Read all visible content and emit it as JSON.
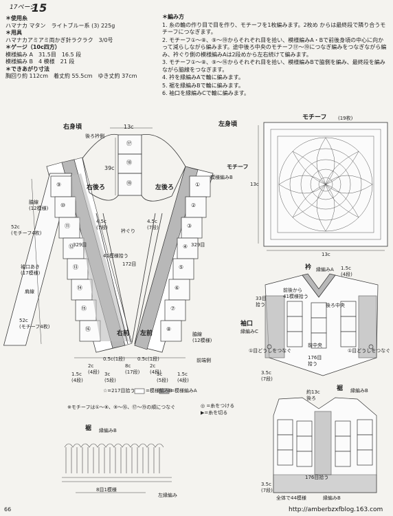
{
  "header": {
    "page_label": "17ページ",
    "page_no": "15",
    "bottom_page": "66"
  },
  "spec": {
    "yarn_title": "使用糸",
    "yarn": "ハマナカ マタン　ライトブルー系 (3) 225g",
    "tools_title": "用具",
    "tools": "ハマナカアミアミ両かぎ針ラクラク　3/0号",
    "gauge_title": "ゲージ（10c四方）",
    "gauge_a": "模様編み A　31.5目　16.5 段",
    "gauge_b": "模様編み B　4 模様　21 段",
    "size_title": "できあがり寸法",
    "size": "胸回り約 112cm　着丈約 55.5cm　ゆき丈約 37cm"
  },
  "method": {
    "title": "編み方",
    "steps": [
      "1. 糸の輪の作り目で目を作り、モチーフを1枚編みます。2枚め からは最終段で隣り合うモチーフにつなぎます。",
      "2. モチーフ①～⑧、⑨～⑲からそれぞれ目を拾い、模様編みA・Bで前後身頃の中心に向かって減らしながら編みます。途中後ろ中央のモチーフ⑰～⑲につなぎ編みをつなぎながら編み、衿ぐり側の模様編みAは2段めから左右続けて編みます。",
      "3. モチーフ①～⑧、⑨～⑯からそれぞれ目を拾い、模様編みBで脇側を編み、最終段を編みながら脇線をつなぎます。",
      "4. 衿を縁編みAで輪に編みます。",
      "5. 裾を縁編みBで輪に編みます。",
      "6. 袖口を縁編みCで輪に編みます。"
    ]
  },
  "main": {
    "right_body": "右身頃",
    "left_body": "左身頃",
    "right_back": "右後ろ",
    "left_back": "左後ろ",
    "right_front": "右前",
    "left_front": "左前",
    "back_neck": "後ろ衿側",
    "top_width": "13c",
    "center_height": "39c",
    "motif_label": "モチーフ",
    "pattern_a": "模様編みA",
    "pattern_b": "模様編みB",
    "side_pattern": "脇線\n(12模様)",
    "length_52": "52c\n(モチーフ4枚)",
    "neck_line": "衿ぐり",
    "neck_45": "4.5c\n(7段)",
    "count_329": "329目",
    "count_41": "41模様拾う",
    "count_172": "172目",
    "armhole": "袖口あき\n(17模様)",
    "shoulder": "肩線",
    "lower_52": "52c\n(モチーフ4枚)",
    "dim_05": "0.5c(1段)",
    "dim_8": "8c\n(17段)",
    "dim_2": "2c\n(4段)",
    "dim_15": "1.5c\n(4段)",
    "dim_3": "3c\n(5段)",
    "front_pickup": "前端側",
    "legend_pick": "☆=217目拾う",
    "legend_b": "=模様編みB",
    "legend_a": "=模様編みA",
    "note": "※モチーフは①～⑧、⑨～⑯、⑰～⑲の順につなぐ",
    "attach": "◎ =糸をつける",
    "cut": "▶=糸を切る",
    "motif_numbers_right": [
      "⑨",
      "⑩",
      "⑪",
      "⑫",
      "⑬",
      "⑭",
      "⑮",
      "⑯"
    ],
    "motif_numbers_left": [
      "①",
      "②",
      "③",
      "④",
      "⑤",
      "⑥",
      "⑦",
      "⑧"
    ],
    "motif_numbers_center": [
      "⑰",
      "⑱",
      "⑲"
    ]
  },
  "motif": {
    "title": "モチーフ",
    "count": "(19枚)",
    "size_v": "13c",
    "size_h": "13c"
  },
  "collar": {
    "title": "衿",
    "edge_a": "縁編みA",
    "sleeve": "袖口",
    "edge_c": "縁編みC",
    "sleeve_pick": "33目\n拾う",
    "front_pick": "前後から\n41模様拾う",
    "front_center": "前中央",
    "back_center": "後ろ中央",
    "count_176": "176目\n拾う",
    "join": "①目どうしをつなぐ",
    "dim_15": "1.5c\n(4段)",
    "dim_35": "3.5c\n(7段)"
  },
  "hem": {
    "title": "裾",
    "edge_b": "縁編みB",
    "pick_30": "約13c\n後ろ",
    "count_176": "176目拾う",
    "total": "全体で44模様",
    "hem_b_label": "縁編みB",
    "dim_35": "3.5c\n(7段)"
  },
  "chart": {
    "title": "裾",
    "edge_b": "縁編みB",
    "repeat": "8目1模様",
    "edge_pattern": "左縁編み"
  },
  "footer": {
    "url": "http://amberbzxfblog.163.com"
  }
}
